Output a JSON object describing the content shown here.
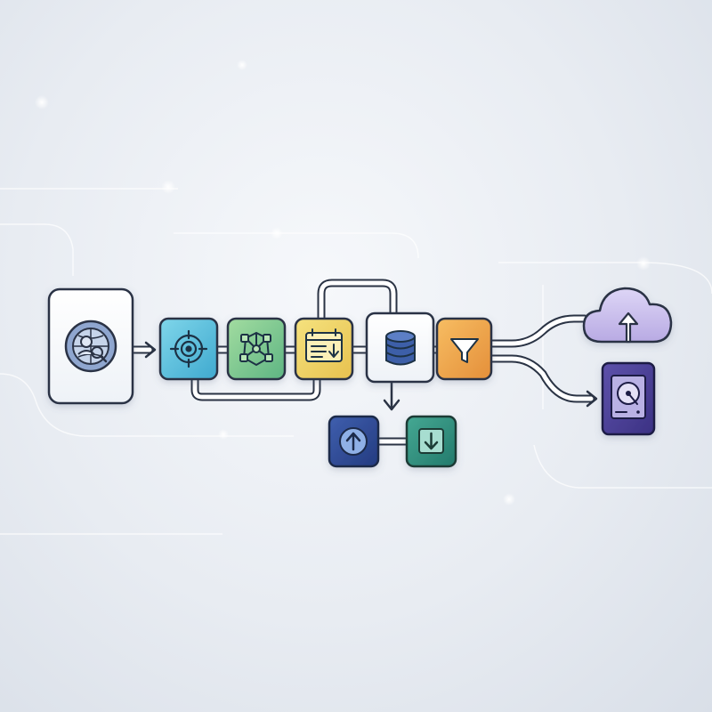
{
  "diagram": {
    "nodes": [
      {
        "id": "source",
        "icon": "globe-user-icon",
        "color": "#f7f9fc"
      },
      {
        "id": "target",
        "icon": "crosshair-icon",
        "color": "#5cc1dc"
      },
      {
        "id": "transform",
        "icon": "node-graph-icon",
        "color": "#7ec88f"
      },
      {
        "id": "schedule",
        "icon": "calendar-download-icon",
        "color": "#ecd56a"
      },
      {
        "id": "database",
        "icon": "database-icon",
        "color": "#f7f9fc"
      },
      {
        "id": "filter",
        "icon": "filter-icon",
        "color": "#eea24d"
      },
      {
        "id": "upload",
        "icon": "upload-icon",
        "color": "#2f4a93"
      },
      {
        "id": "download",
        "icon": "download-icon",
        "color": "#2f8f7f"
      },
      {
        "id": "cloud",
        "icon": "cloud-upload-icon",
        "color": "#cbc0ec"
      },
      {
        "id": "storage",
        "icon": "hard-drive-icon",
        "color": "#4b3f96"
      }
    ],
    "edges": [
      {
        "from": "source",
        "to": "target"
      },
      {
        "from": "target",
        "to": "transform"
      },
      {
        "from": "transform",
        "to": "schedule"
      },
      {
        "from": "schedule",
        "to": "database"
      },
      {
        "from": "database",
        "to": "filter"
      },
      {
        "from": "target",
        "to": "schedule",
        "route": "below"
      },
      {
        "from": "schedule",
        "to": "database",
        "route": "above"
      },
      {
        "from": "database",
        "to": "upload",
        "route": "down"
      },
      {
        "from": "upload",
        "to": "download"
      },
      {
        "from": "filter",
        "to": "cloud"
      },
      {
        "from": "filter",
        "to": "storage"
      }
    ],
    "outline_color": "#2a3344"
  }
}
